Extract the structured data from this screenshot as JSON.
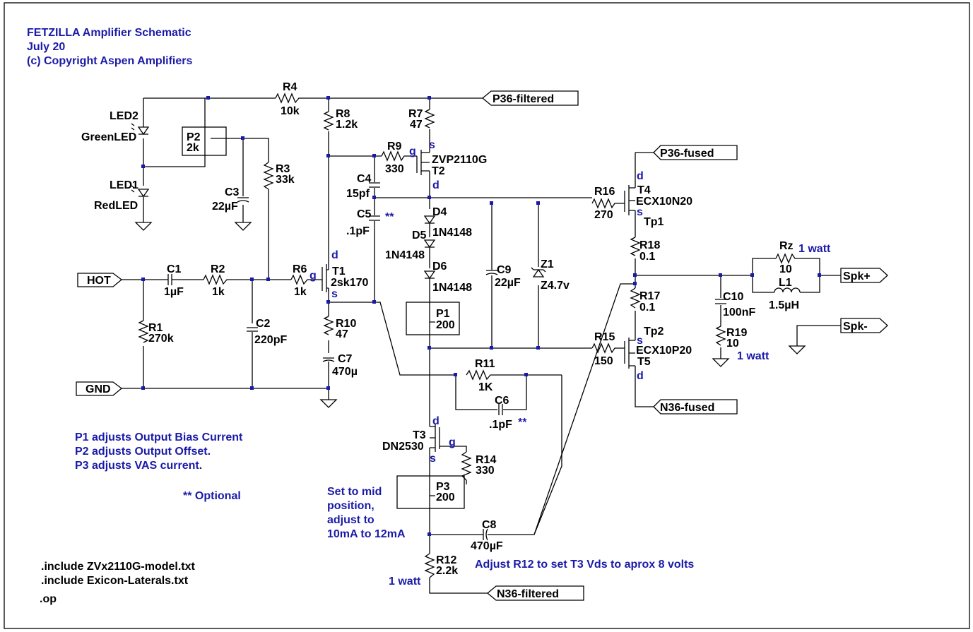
{
  "header": {
    "title": "FETZILLA Amplifier Schematic",
    "date": "July 20",
    "copyright": "(c) Copyright Aspen Amplifiers"
  },
  "ports": {
    "p36_filtered": "P36-filtered",
    "p36_fused": "P36-fused",
    "n36_fused": "N36-fused",
    "n36_filtered": "N36-filtered",
    "hot": "HOT",
    "gnd": "GND",
    "spk_plus": "Spk+",
    "spk_minus": "Spk-"
  },
  "components": {
    "r4": {
      "ref": "R4",
      "value": "10k"
    },
    "r8": {
      "ref": "R8",
      "value": "1.2k"
    },
    "r7": {
      "ref": "R7",
      "value": "47"
    },
    "r9": {
      "ref": "R9",
      "value": "330"
    },
    "t2": {
      "ref": "T2",
      "value": "ZVP2110G"
    },
    "led2": {
      "ref": "LED2",
      "value": "GreenLED"
    },
    "led1": {
      "ref": "LED1",
      "value": "RedLED"
    },
    "p2": {
      "ref": "P2",
      "value": "2k"
    },
    "r3": {
      "ref": "R3",
      "value": "33k"
    },
    "c3": {
      "ref": "C3",
      "value": "22µF"
    },
    "c4": {
      "ref": "C4",
      "value": "15pf"
    },
    "c5": {
      "ref": "C5",
      "value": ".1pF"
    },
    "d4": {
      "ref": "D4",
      "value": "1N4148"
    },
    "d5": {
      "ref": "D5",
      "value": "1N4148"
    },
    "d6": {
      "ref": "D6",
      "value": "1N4148"
    },
    "r16": {
      "ref": "R16",
      "value": "270"
    },
    "t4": {
      "ref": "T4",
      "value": "ECX10N20"
    },
    "tp1": {
      "ref": "Tp1"
    },
    "r18": {
      "ref": "R18",
      "value": "0.1"
    },
    "rz": {
      "ref": "Rz",
      "value": "10",
      "note": "1 watt"
    },
    "l1": {
      "ref": "L1",
      "value": "1.5µH"
    },
    "c1": {
      "ref": "C1",
      "value": "1µF"
    },
    "r2": {
      "ref": "R2",
      "value": "1k"
    },
    "r6": {
      "ref": "R6",
      "value": "1k"
    },
    "t1": {
      "ref": "T1",
      "value": "2sk170"
    },
    "c9": {
      "ref": "C9",
      "value": "22µF"
    },
    "z1": {
      "ref": "Z1",
      "value": "Z4.7v"
    },
    "r17": {
      "ref": "R17",
      "value": "0.1"
    },
    "c10": {
      "ref": "C10",
      "value": "100nF"
    },
    "r1": {
      "ref": "R1",
      "value": "270k"
    },
    "c2": {
      "ref": "C2",
      "value": "220pF"
    },
    "r10": {
      "ref": "R10",
      "value": "47"
    },
    "c7": {
      "ref": "C7",
      "value": "470µ"
    },
    "p1": {
      "ref": "P1",
      "value": "200"
    },
    "tp2": {
      "ref": "Tp2"
    },
    "r19": {
      "ref": "R19",
      "value": "10",
      "note": "1 watt"
    },
    "r15": {
      "ref": "R15",
      "value": "150"
    },
    "t5": {
      "ref": "T5",
      "value": "ECX10P20"
    },
    "r11": {
      "ref": "R11",
      "value": "1K"
    },
    "c6": {
      "ref": "C6",
      "value": ".1pF"
    },
    "t3": {
      "ref": "T3",
      "value": "DN2530"
    },
    "r14": {
      "ref": "R14",
      "value": "330"
    },
    "p3": {
      "ref": "P3",
      "value": "200"
    },
    "c8": {
      "ref": "C8",
      "value": "470µF"
    },
    "r12": {
      "ref": "R12",
      "value": "2.2k",
      "note": "1 watt"
    }
  },
  "pins": {
    "s": "s",
    "g": "g",
    "d": "d"
  },
  "optional_mark": "**",
  "notes": {
    "p1": "P1 adjusts Output Bias Current",
    "p2": "P2 adjusts Output Offset.",
    "p3": "P3 adjusts VAS current.",
    "optional": "**  Optional",
    "p3_set_1": "Set to mid",
    "p3_set_2": "position,",
    "p3_set_3": "adjust to",
    "p3_set_4": "10mA to 12mA",
    "r12_adjust": "Adjust R12 to set T3 Vds to aprox 8 volts"
  },
  "directives": [
    ".include ZVx2110G-model.txt",
    ".include Exicon-Laterals.txt",
    ".op"
  ],
  "colors": {
    "text": "#000000",
    "annotation": "#1a1aa8",
    "wire": "#000000",
    "junction": "#1a1aa8"
  }
}
